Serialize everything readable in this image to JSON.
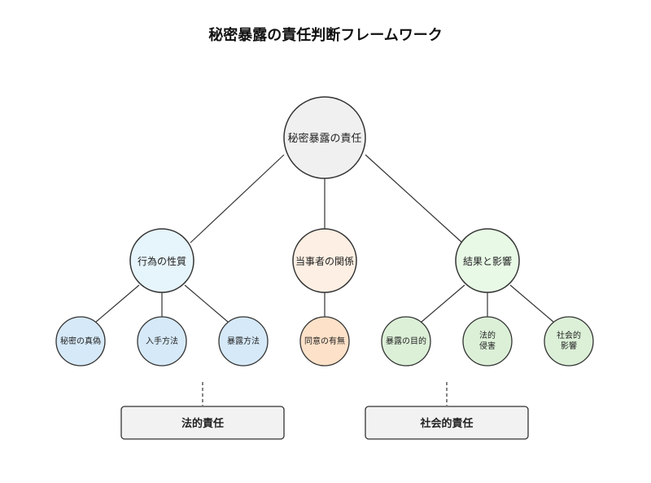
{
  "title": "秘密暴露の責任判断フレームワーク",
  "colors": {
    "root_fill": "#f0f0f0",
    "nature_fill": "#e6f4fb",
    "relation_fill": "#fdefe3",
    "impact_fill": "#e8f9e6",
    "leaf_blue": "#d6e9f8",
    "leaf_orange": "#fde1c8",
    "leaf_green": "#dcf0d8",
    "box_fill": "#f2f2f2",
    "stroke": "#333333"
  },
  "root": {
    "label": "秘密暴露の責任"
  },
  "categories": {
    "nature": {
      "label": "行為の性質",
      "children": [
        "秘密の真偽",
        "入手方法",
        "暴露方法"
      ]
    },
    "relation": {
      "label": "当事者の関係",
      "children": [
        "同意の有無"
      ]
    },
    "impact": {
      "label": "結果と影響",
      "children": [
        "暴露の目的",
        [
          "法的",
          "侵害"
        ],
        [
          "社会的",
          "影響"
        ]
      ]
    }
  },
  "boxes": {
    "legal": "法的責任",
    "social": "社会的責任"
  }
}
